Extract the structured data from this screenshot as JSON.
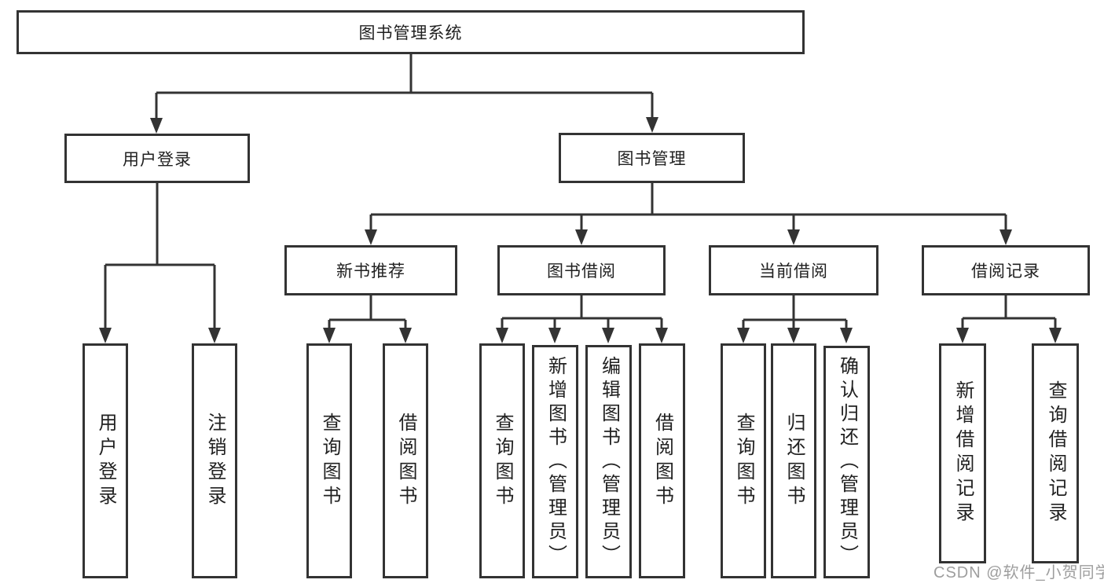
{
  "diagram": {
    "root": {
      "label": "图书管理系统"
    },
    "branches": [
      {
        "label": "用户登录"
      },
      {
        "label": "图书管理"
      }
    ],
    "modules": [
      {
        "label": "新书推荐"
      },
      {
        "label": "图书借阅"
      },
      {
        "label": "当前借阅"
      },
      {
        "label": "借阅记录"
      }
    ],
    "leaves": [
      {
        "label": "用户登录"
      },
      {
        "label": "注销登录"
      },
      {
        "label": "查询图书"
      },
      {
        "label": "借阅图书"
      },
      {
        "label": "查询图书"
      },
      {
        "label": "新增图书（管理员）"
      },
      {
        "label": "编辑图书（管理员）"
      },
      {
        "label": "借阅图书"
      },
      {
        "label": "查询图书"
      },
      {
        "label": "归还图书"
      },
      {
        "label": "确认归还（管理员）"
      },
      {
        "label": "新增借阅记录"
      },
      {
        "label": "查询借阅记录"
      }
    ],
    "watermark": "CSDN @软件_小贺同学",
    "colors": {
      "line": "#333333",
      "text": "#212121",
      "background": "#ffffff",
      "watermark": "#9e9e9e"
    }
  }
}
